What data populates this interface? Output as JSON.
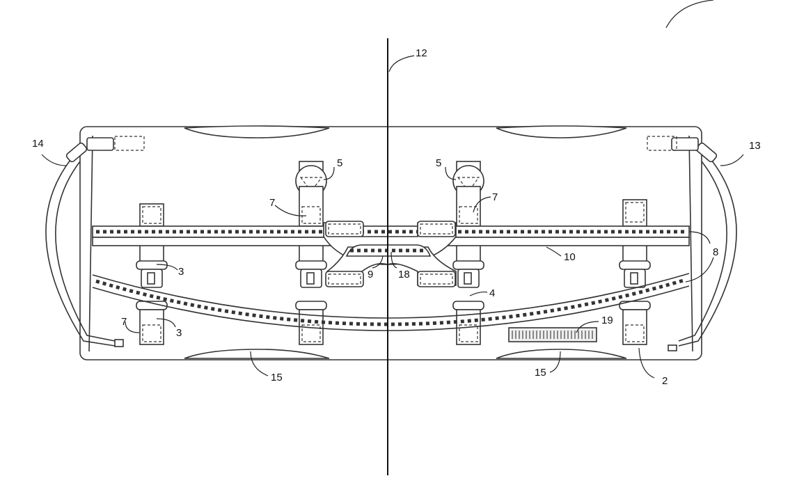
{
  "figure": {
    "labels": {
      "l14": "14",
      "l13": "13",
      "l12": "12",
      "l5a": "5",
      "l5b": "5",
      "l7a": "7",
      "l7b": "7",
      "l7c": "7",
      "l8": "8",
      "l10": "10",
      "l3a": "3",
      "l3b": "3",
      "l9": "9",
      "l18": "18",
      "l4": "4",
      "l19": "19",
      "l15a": "15",
      "l15b": "15",
      "l2": "2"
    }
  }
}
